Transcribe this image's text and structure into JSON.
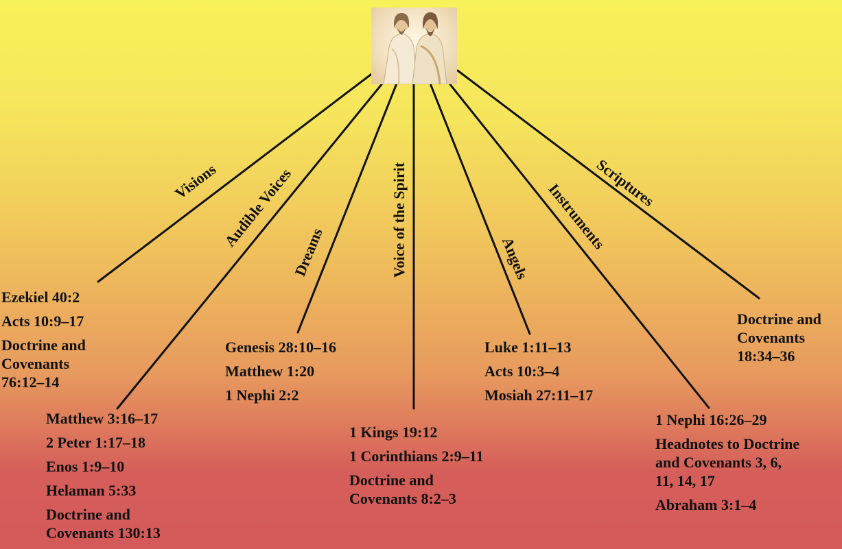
{
  "picture": {
    "icon": "two-robed-figures-painting"
  },
  "rays": [
    {
      "id": "visions",
      "label": "Visions"
    },
    {
      "id": "audible-voices",
      "label": "Audible Voices"
    },
    {
      "id": "dreams",
      "label": "Dreams"
    },
    {
      "id": "voice-of-the-spirit",
      "label": "Voice of the Spirit"
    },
    {
      "id": "angels",
      "label": "Angels"
    },
    {
      "id": "instruments",
      "label": "Instruments"
    },
    {
      "id": "scriptures",
      "label": "Scriptures"
    }
  ],
  "references": {
    "visions": [
      "Ezekiel 40:2",
      "Acts 10:9–17",
      "Doctrine and\nCovenants\n76:12–14"
    ],
    "audible_voices": [
      "Matthew 3:16–17",
      "2 Peter 1:17–18",
      "Enos 1:9–10",
      "Helaman 5:33",
      "Doctrine and\nCovenants 130:13"
    ],
    "dreams": [
      "Genesis 28:10–16",
      "Matthew 1:20",
      "1 Nephi 2:2"
    ],
    "voice_of_the_spirit": [
      "1 Kings 19:12",
      "1 Corinthians 2:9–11",
      "Doctrine and\nCovenants 8:2–3"
    ],
    "angels": [
      "Luke 1:11–13",
      "Acts 10:3–4",
      "Mosiah 27:11–17"
    ],
    "instruments": [
      "1 Nephi 16:26–29",
      "Headnotes to Doctrine\nand Covenants 3, 6,\n11, 14, 17",
      "Abraham 3:1–4"
    ],
    "scriptures": [
      "Doctrine and\nCovenants\n18:34–36"
    ]
  }
}
